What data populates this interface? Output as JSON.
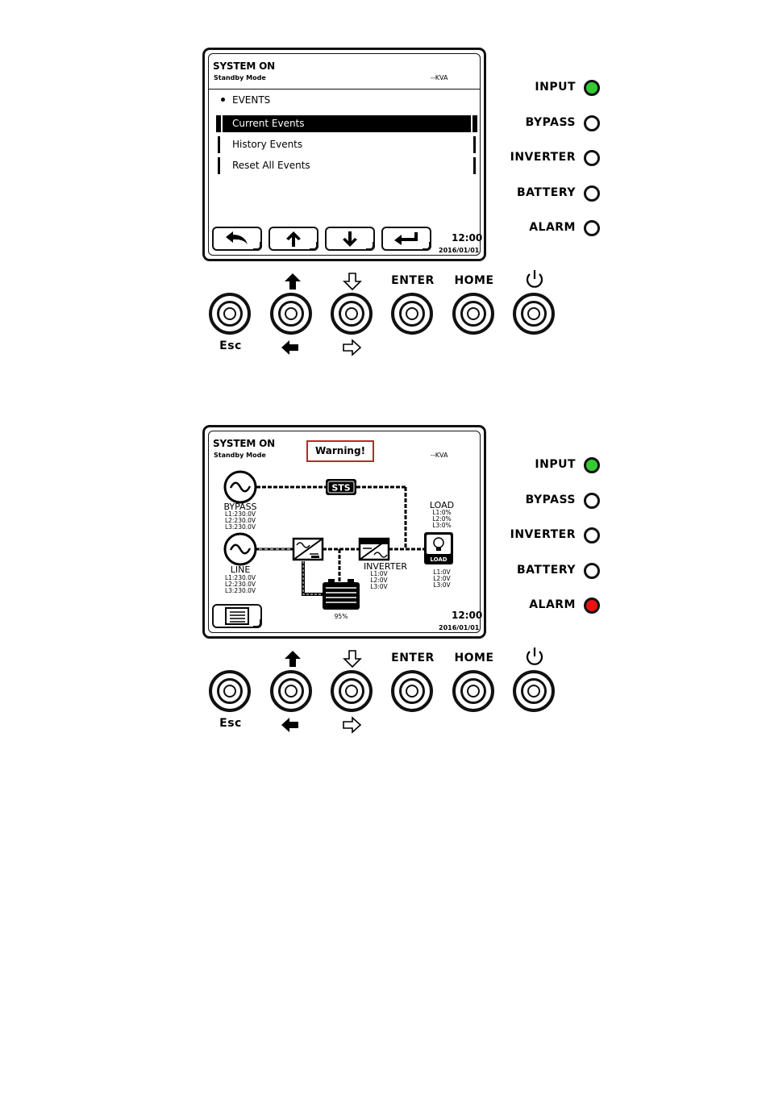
{
  "panel1": {
    "screen": {
      "status_title": "SYSTEM ON",
      "mode": "Standby Mode",
      "kva": "--KVA",
      "menu_heading": "EVENTS",
      "menu_items": [
        "Current Events",
        "History Events",
        "Reset All Events"
      ],
      "selected_index": 0,
      "softkeys": [
        "back-arrow-icon",
        "up-arrow-icon",
        "down-arrow-icon",
        "enter-arrow-icon"
      ],
      "time": "12:00",
      "date": "2016/01/01"
    },
    "leds": [
      {
        "label": "INPUT",
        "state": "green"
      },
      {
        "label": "BYPASS",
        "state": "off"
      },
      {
        "label": "INVERTER",
        "state": "off"
      },
      {
        "label": "BATTERY",
        "state": "off"
      },
      {
        "label": "ALARM",
        "state": "off"
      }
    ]
  },
  "panel2": {
    "screen": {
      "status_title": "SYSTEM ON",
      "mode": "Standby Mode",
      "kva": "--KVA",
      "warning": "Warning!",
      "sts": "STS",
      "bypass": {
        "label": "BYPASS",
        "l1": "L1:230.0V",
        "l2": "L2:230.0V",
        "l3": "L3:230.0V"
      },
      "line": {
        "label": "LINE",
        "l1": "L1:230.0V",
        "l2": "L2:230.0V",
        "l3": "L3:230.0V"
      },
      "inverter": {
        "label": "INVERTER",
        "l1": "L1:0V",
        "l2": "L2:0V",
        "l3": "L3:0V"
      },
      "load": {
        "label": "LOAD",
        "l1": "L1:0%",
        "l2": "L2:0%",
        "l3": "L3:0%",
        "icon_text": "LOAD"
      },
      "output": {
        "l1": "L1:0V",
        "l2": "L2:0V",
        "l3": "L3:0V"
      },
      "battery_level": "95%",
      "time": "12:00",
      "date": "2016/01/01"
    },
    "leds": [
      {
        "label": "INPUT",
        "state": "green"
      },
      {
        "label": "BYPASS",
        "state": "off"
      },
      {
        "label": "INVERTER",
        "state": "off"
      },
      {
        "label": "BATTERY",
        "state": "off"
      },
      {
        "label": "ALARM",
        "state": "red"
      }
    ]
  },
  "buttons": {
    "esc": "Esc",
    "enter": "ENTER",
    "home": "HOME"
  },
  "colors": {
    "led_green": "#33cc33",
    "led_red": "#ee1111",
    "warning_border": "#c0242b"
  }
}
